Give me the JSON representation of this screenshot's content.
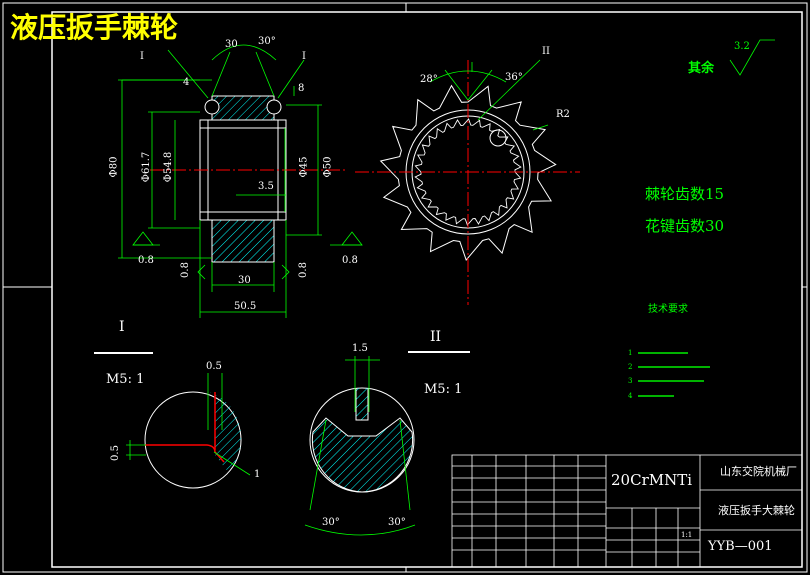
{
  "title": "液压扳手棘轮",
  "dims": {
    "angle_30_left": "30",
    "angle_30_right": "30°",
    "marker_i_left": "I",
    "marker_i_right": "I",
    "dim_4": "4",
    "dim_8": "8",
    "dim_d80": "Φ80",
    "dim_d61_7": "Φ61.7",
    "dim_d54_8": "Φ54.8",
    "dim_d45": "Φ45",
    "dim_d50": "Φ50",
    "dim_3_5": "3.5",
    "rough_0_8_a": "0.8",
    "rough_0_8_b": "0.8",
    "rough_0_8_c": "0.8",
    "rough_0_8_d": "0.8",
    "dim_30": "30",
    "dim_50_5": "50.5",
    "angle_28": "28°",
    "angle_36": "36°",
    "marker_ii": "II",
    "r2": "R2",
    "roughness_rest": "3.2",
    "rest_label": "其余"
  },
  "notes": {
    "teeth": "棘轮齿数15",
    "spline": "花键齿数30",
    "tech_title": "技术要求",
    "items": [
      "1",
      "2",
      "3",
      "4"
    ]
  },
  "detail_i": {
    "label": "I",
    "scale": "M5: 1",
    "dim_0_5": "0.5",
    "dim_0_5_v": "0.5",
    "callout": "1"
  },
  "detail_ii": {
    "label": "II",
    "scale": "M5: 1",
    "dim_1_5": "1.5",
    "angle_left": "30°",
    "angle_right": "30°"
  },
  "titleblock": {
    "material": "20CrMNTi",
    "school": "山东交院机械厂",
    "part_name": "液压扳手大棘轮",
    "drawing_no": "YYB—001",
    "scale": "1:1"
  },
  "colors": {
    "green": "#00ff00",
    "red": "#ff0000",
    "yellow": "#ffff00",
    "white": "#ffffff",
    "cyan": "#00ffff",
    "magenta": "#ff00ff"
  }
}
